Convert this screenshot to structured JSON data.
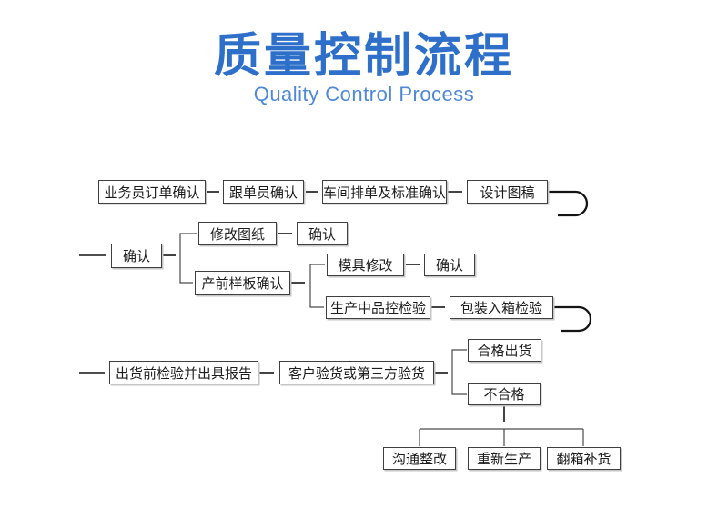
{
  "header": {
    "title": "质量控制流程",
    "subtitle": "Quality Control Process"
  },
  "colors": {
    "title_blue": "#2e70c9",
    "subtitle_blue": "#4e88d6",
    "line_color": "#141414",
    "box_border": "#3f3f3f"
  },
  "flowchart": {
    "nodes": [
      {
        "id": "salesman-order-confirm",
        "label": "业务员订单确认"
      },
      {
        "id": "merchandiser-confirm",
        "label": "跟单员确认"
      },
      {
        "id": "workshop-schedule-confirm",
        "label": "车间排单及标准确认"
      },
      {
        "id": "design-draft",
        "label": "设计图稿"
      },
      {
        "id": "confirm-1",
        "label": "确认"
      },
      {
        "id": "revise-drawing",
        "label": "修改图纸"
      },
      {
        "id": "confirm-2",
        "label": "确认"
      },
      {
        "id": "pre-production-sample",
        "label": "产前样板确认"
      },
      {
        "id": "mold-modification",
        "label": "模具修改"
      },
      {
        "id": "confirm-3",
        "label": "确认"
      },
      {
        "id": "in-process-qc",
        "label": "生产中品控检验"
      },
      {
        "id": "packing-inspection",
        "label": "包装入箱检验"
      },
      {
        "id": "pre-shipment-report",
        "label": "出货前检验并出具报告"
      },
      {
        "id": "customer-third-party",
        "label": "客户验货或第三方验货"
      },
      {
        "id": "qualified-ship",
        "label": "合格出货"
      },
      {
        "id": "unqualified",
        "label": "不合格"
      },
      {
        "id": "communicate-rectify",
        "label": "沟通整改"
      },
      {
        "id": "re-produce",
        "label": "重新生产"
      },
      {
        "id": "repack-replenish",
        "label": "翻箱补货"
      }
    ]
  }
}
